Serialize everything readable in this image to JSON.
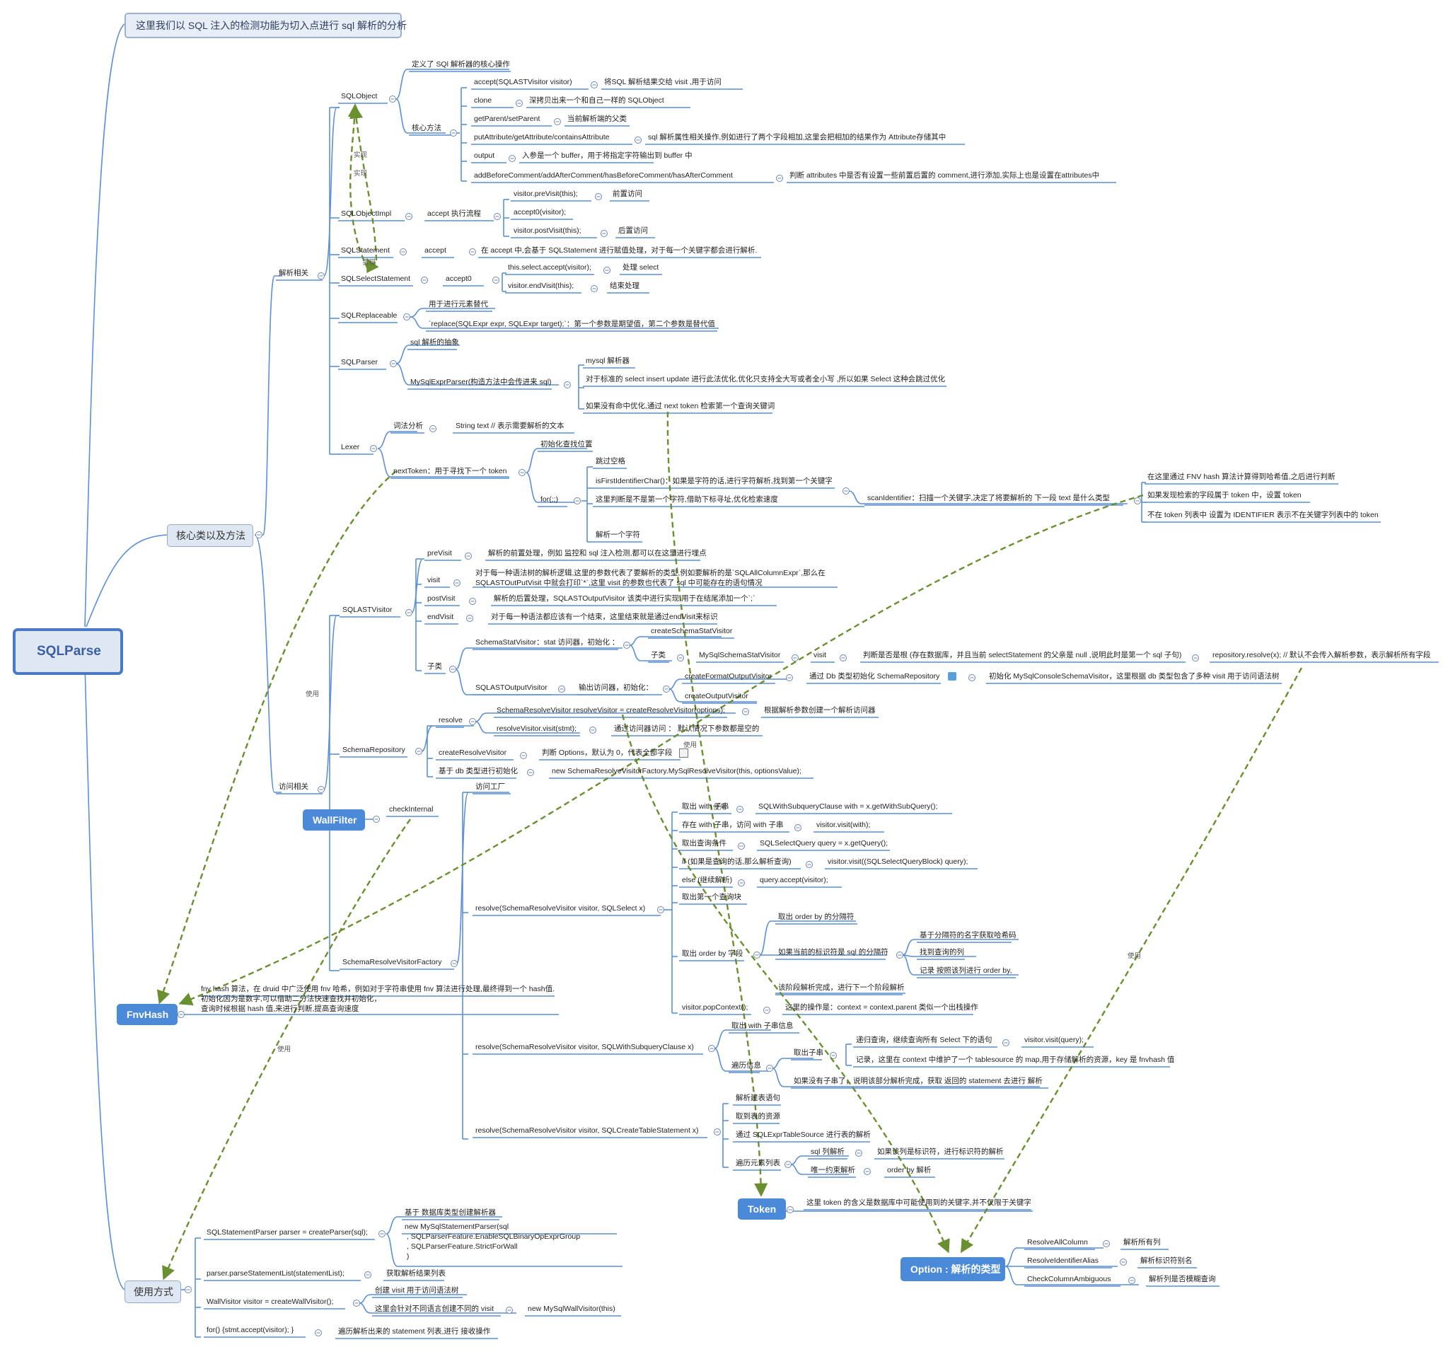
{
  "root": "SQLParse",
  "intro": "这里我们以 SQL 注入的检测功能为切入点进行 sql 解析的分析",
  "branches": {
    "core": "核心类以及方法",
    "usage": "使用方式",
    "parse_related": "解析相关",
    "access_related": "访问相关"
  },
  "special_nodes": {
    "wallfilter": "WallFilter",
    "checkinternal": "checkInternal",
    "fnvhash": "FnvHash",
    "fnvhash_desc": "fnv hash 算法，在 druid 中广泛使用 fnv 哈希，例如对于字符串使用 fnv 算法进行处理,最终得到一个 hash值.\n初始化因为是数字,可以借助二分法快速查找并初始化，\n查询时候根据 hash 值,来进行判断,提高查询速度",
    "token": "Token",
    "token_desc": "这里 token 的含义是数据库中可能使用到的关键字,并不仅限于关键字",
    "option": "Option : 解析的类型",
    "option_items": [
      {
        "name": "ResolveAllColumn",
        "desc": "解析所有列"
      },
      {
        "name": "ResolveIdentifierAlias",
        "desc": "解析标识符别名"
      },
      {
        "name": "CheckColumnAmbiguous",
        "desc": "解析列是否模糊查询"
      }
    ]
  },
  "sqlobject": {
    "name": "SQLObject",
    "def": "定义了 SQl 解析器的核心操作",
    "core": "核心方法",
    "methods": [
      {
        "m": "accept(SQLASTVisitor visitor)",
        "d": "将SQL 解析结果交给 visit ,用于访问"
      },
      {
        "m": "clone",
        "d": "深拷贝出来一个和自己一样的 SQLObject"
      },
      {
        "m": "getParent/setParent",
        "d": "当前解析端的父类"
      },
      {
        "m": "putAttribute/getAttribute/containsAttribute",
        "d": "sql 解析属性相关操作,例如进行了两个字段相加,这里会把相加的结果作为 Attribute存储其中"
      },
      {
        "m": "output",
        "d": "入参是一个 buffer，用于将指定字符输出到 buffer 中"
      },
      {
        "m": "addBeforeComment/addAfterComment/hasBeforeComment/hasAfterComment",
        "d": "判断 attributes 中是否有设置一些前置后置的 comment,进行添加,实际上也是设置在attributes中"
      }
    ]
  },
  "sqlobjectimpl": {
    "name": "SQLObjectImpl",
    "flow": "accept 执行流程",
    "steps": [
      {
        "m": "visitor.preVisit(this);",
        "d": "前置访问"
      },
      {
        "m": "accept0(visitor);",
        "d": ""
      },
      {
        "m": "visitor.postVisit(this);",
        "d": "后置访问"
      }
    ]
  },
  "sqlstatement": {
    "name": "SQLStatement",
    "accept": "accept",
    "desc": "在 accept 中,会基于 SQLStatement 进行赋值处理，对于每一个关键字都会进行解析."
  },
  "sqlselectstatement": {
    "name": "SQLSelectStatement",
    "accept0": "accept0",
    "steps": [
      {
        "m": "this.select.accept(visitor);",
        "d": "处理 select"
      },
      {
        "m": "visitor.endVisit(this);",
        "d": "结束处理"
      }
    ]
  },
  "sqlreplaceable": {
    "name": "SQLReplaceable",
    "d1": "用于进行元素替代",
    "d2": "`replace(SQLExpr expr, SQLExpr target);`：第一个参数是期望值，第二个参数是替代值"
  },
  "sqlparser": {
    "name": "SQLParser",
    "abstract": "sql 解析的抽象",
    "mysql": "MySqlExprParser(构造方法中会传进来 sql)",
    "mysql_items": [
      "mysql 解析器",
      "对于标准的 select insert update 进行此法优化,优化只支持全大写或者全小写 ,所以如果 Select 这种会跳过优化",
      "如果没有命中优化,通过 next token 检索第一个查询关键词"
    ]
  },
  "lexer": {
    "name": "Lexer",
    "lex": "词法分析",
    "lex_d": "String text //  表示需要解析的文本",
    "next": "nextToken：用于寻找下一个 token",
    "init": "初始化查找位置",
    "for": "for(;;)",
    "skip": "跳过空格",
    "isfirst": "isFirstIdentifierChar()：如果是字符的话,进行字符解析,找到第一个关键字",
    "judge": "这里判断是不是第一个字符,借助下标寻址,优化检索速度",
    "scan": "scanIdentifier：扫描一个关键字,决定了将要解析的 下一段 text 是什么类型",
    "scan_items": [
      "在这里通过 FNV hash 算法计算得到哈希值,之后进行判断",
      "如果发现检索的字段属于 token 中，设置 token",
      "不在 token 列表中 设置为  IDENTIFIER 表示不在关键字列表中的 token"
    ],
    "parse_char": "解析一个字符"
  },
  "visitor": {
    "name": "SQLASTVisitor",
    "previsit": "preVisit",
    "previsit_d": "解析的前置处理，例如 监控和 sql 注入检测,都可以在这里进行埋点",
    "visit": "visit",
    "visit_d": "对于每一种语法树的解析逻辑,这里的参数代表了要解析的类型,例如要解析的是`SQLAllColumnExpr`,那么在 SQLASTOutPutVisit 中就会打印`*`,这里 visit 的参数也代表了 sql 中可能存在的语句情况",
    "postvisit": "postVisit",
    "postvisit_d": "解析的后置处理，SQLASTOutputVisitor 该类中进行实现,用于在结尾添加一个`;`",
    "endvisit": "endVisit",
    "endvisit_d": "对于每一种语法都应该有一个结束，这里结束就是通过endVisit来标识",
    "sub": "子类",
    "schemastat": "SchemaStatVisitor：stat 访问器，初始化 ：",
    "create_ssv": "createSchemaStatVisitor",
    "subclass": "子类",
    "mysqlschema": "MySqlSchemaStatVisitor",
    "visit2": "visit",
    "visit2_d": "判断是否是根 (存在数据库，并且当前 selectStatement 的父亲是 null ,说明此时是第一个 sql 子句)",
    "repo_resolve": "repository.resolve(x); // 默认不会传入解析参数，表示解析所有字段",
    "outputvisitor": "SQLASTOutputVisitor",
    "output_init": "输出访问器，初始化：",
    "createformat": "createFormatOutputVisitor",
    "createformat_d": "通过 Db 类型初始化 SchemaRepository",
    "createformat_d2": "初始化 MySqlConsoleSchemaVisitor，这里根据 db 类型包含了多种 visit 用于访问语法树",
    "createoutput": "createOutputVisitor"
  },
  "repository": {
    "name": "SchemaRepository",
    "resolve": "resolve",
    "r1": "SchemaResolveVisitor resolveVisitor = createResolveVisitor(options);",
    "r1_d": "根据解析参数创建一个解析访问器",
    "r2": "resolveVisitor.visit(stmt);",
    "r2_d": "通过访问器访问 ：  默认情况下参数都是空的",
    "create": "createResolveVisitor",
    "create_d": "判断 Options，默认为 0，代表全部字段",
    "db": "基于 db 类型进行初始化",
    "db_d": "new SchemaResolveVisitorFactory.MySqlResolveVisitor(this, optionsValue);"
  },
  "factory": {
    "name": "SchemaResolveVisitorFactory",
    "access": "访问工厂",
    "select": "resolve(SchemaResolveVisitor visitor, SQLSelect x)",
    "select_items": [
      {
        "m": "取出 with 子串",
        "d": "SQLWithSubqueryClause with = x.getWithSubQuery();"
      },
      {
        "m": "存在 with 子串，访问 with 子串",
        "d": "visitor.visit(with);"
      },
      {
        "m": "取出查询条件",
        "d": "SQLSelectQuery query = x.getQuery();"
      },
      {
        "m": "if (如果是查询的话,那么解析查询)",
        "d": "visitor.visit((SQLSelectQueryBlock) query);"
      },
      {
        "m": "else (继续解析)",
        "d": "query.accept(visitor);"
      },
      {
        "m": "取出第一个查询块",
        "d": ""
      }
    ],
    "orderby": "取出 order by 字段",
    "orderby_sep": "取出 order by 的分隔符",
    "orderby_if": "如果当前的标识符是 sql 的分隔符",
    "orderby_items": [
      "基于分隔符的名字获取哈希码",
      "找到查询的列",
      "记录 按照该列进行 order by,"
    ],
    "phase_done": "该阶段解析完成，进行下一个阶段解析",
    "popcontext": "visitor.popContext();",
    "popcontext_d": "这里的操作是：context = context.parent 类似一个出栈操作",
    "with": "resolve(SchemaResolveVisitor visitor, SQLWithSubqueryClause x)",
    "with_items": {
      "take": "取出 with 子串信息",
      "iterate": "遍历信息",
      "take_sub": "取出子串",
      "recur": "递归查询，继续查询所有 Select 下的语句",
      "recur_d": "visitor.visit(query);",
      "record": "记录，这里在 context 中维护了一个 tablesource 的 map,用于存储解析的资源，key 是 fnvhash 值",
      "nosub": "如果没有子串了，说明该部分解析完成，获取 返回的 statement 去进行 解析"
    },
    "create": "resolve(SchemaResolveVisitor visitor, SQLCreateTableStatement x)",
    "create_items": {
      "c1": "解析建表语句",
      "c2": "取到表的资源",
      "c3": "通过 SQLExprTableSource 进行表的解析",
      "c4": "遍历元素列表",
      "c5": "sql 列解析",
      "c5_d": "如果该列是标识符，进行标识符的解析",
      "c6": "唯一约束解析",
      "c6_d": "order by 解析"
    }
  },
  "usage": {
    "u1": "SQLStatementParser parser = createParser(sql);",
    "u1_a": "基于 数据库类型创建解析器",
    "u1_b": "new MySqlStatementParser(sql\n , SQLParserFeature.EnableSQLBinaryOpExprGroup\n , SQLParserFeature.StrictForWall\n )",
    "u2": "parser.parseStatementList(statementList);",
    "u2_d": "获取解析结果列表",
    "u3": "WallVisitor visitor = createWallVisitor();",
    "u3_a": "创建 visit 用于访问语法树",
    "u3_b": "这里会针对不同语言创建不同的 visit",
    "u3_c": "new MySqlWallVisitor(this)",
    "u4": "for() {stmt.accept(visitor); }",
    "u4_d": "遍历解析出来的 statement 列表,进行 接收操作"
  },
  "arrow_labels": {
    "impl1": "实现",
    "impl2": "实现",
    "impl3": "实现",
    "use": "使用"
  },
  "colors": {
    "line": "#5b8fd6",
    "arrow": "#6a8f2e",
    "node": "#4a8ad8"
  }
}
